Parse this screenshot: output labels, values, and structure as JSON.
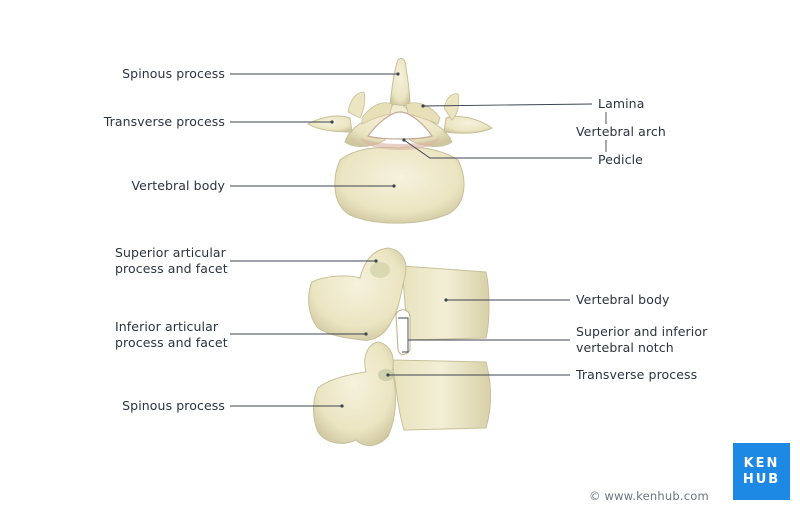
{
  "top_view": {
    "labels": {
      "spinous": "Spinous process",
      "transverse": "Transverse process",
      "body": "Vertebral body",
      "lamina": "Lamina",
      "arch": "Vertebral arch",
      "pedicle": "Pedicle"
    }
  },
  "side_view": {
    "labels": {
      "superior_articular_1": "Superior articular",
      "superior_articular_2": "process and facet",
      "inferior_articular_1": "Inferior articular",
      "inferior_articular_2": "process and facet",
      "spinous": "Spinous process",
      "body": "Vertebral body",
      "notch_1": "Superior and inferior",
      "notch_2": "vertebral notch",
      "transverse": "Transverse process"
    }
  },
  "branding": {
    "logo_line1": "KEN",
    "logo_line2": "HUB",
    "copyright": "© www.kenhub.com",
    "brand_color": "#1e88e5"
  },
  "colors": {
    "bone": "#ece6c4",
    "bone_shadow": "#cfc7a0",
    "bone_highlight": "#f6f2dc",
    "pedicle_tint": "#d9b3a0"
  }
}
